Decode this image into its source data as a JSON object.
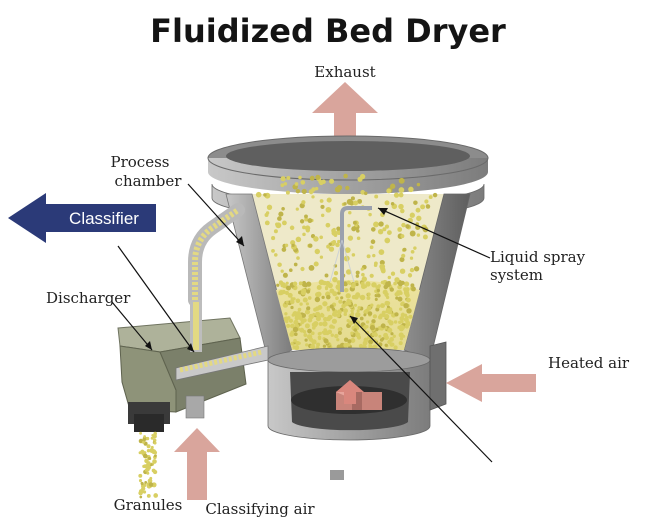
{
  "title": "Fluidized Bed Dryer",
  "labels": {
    "exhaust": "Exhaust",
    "process_chamber_line1": "Process",
    "process_chamber_line2": "chamber",
    "classifier": "Classifier",
    "liquid_spray_line1": "Liquid spray",
    "liquid_spray_line2": "system",
    "discharger": "Discharger",
    "heated_air": "Heated air",
    "granules": "Granules",
    "classifying_air": "Classifying air"
  },
  "colors": {
    "flow_arrow": "#d9a59c",
    "classifier_arrow": "#2b3a78",
    "vessel_metal": "#a8a8a8",
    "granule": "#d8cf63",
    "discharger_body": "#8e9379"
  }
}
